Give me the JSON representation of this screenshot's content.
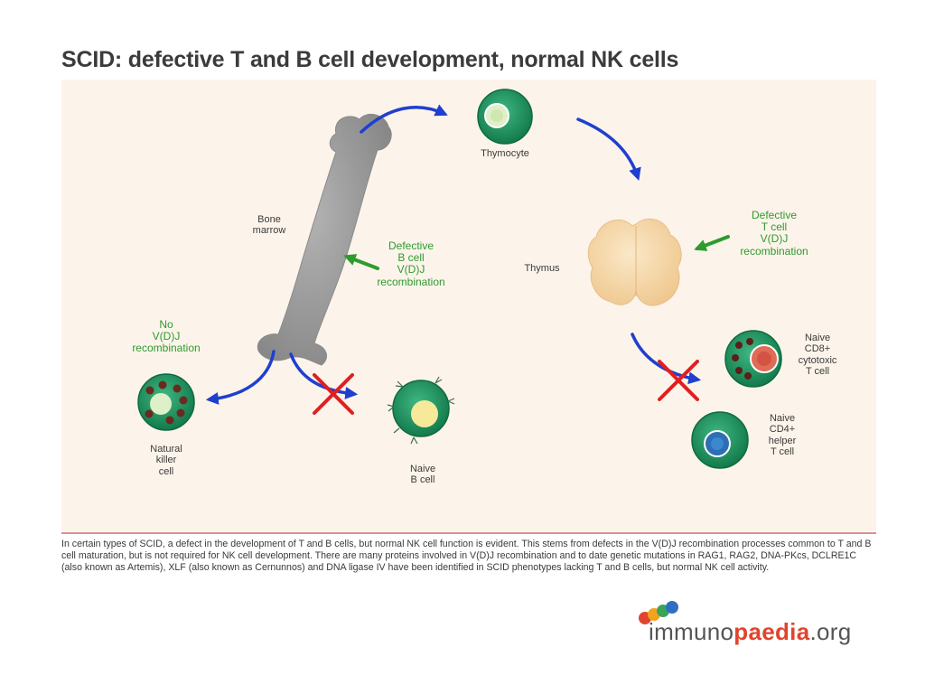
{
  "title": "SCID: defective T and B cell development, normal NK cells",
  "labels": {
    "thymocyte": "Thymocyte",
    "bone_marrow": [
      "Bone",
      "marrow"
    ],
    "thymus": "Thymus",
    "defective_b": [
      "Defective",
      "B cell",
      "V(D)J",
      "recombination"
    ],
    "defective_t": [
      "Defective",
      "T cell",
      "V(D)J",
      "recombination"
    ],
    "no_vdj": [
      "No",
      "V(D)J",
      "recombination"
    ],
    "nk_cell": [
      "Natural",
      "killer",
      "cell"
    ],
    "naive_b": [
      "Naive",
      "B cell"
    ],
    "naive_cd8": [
      "Naive",
      "CD8+",
      "cytotoxic",
      "T cell"
    ],
    "naive_cd4": [
      "Naive",
      "CD4+",
      "helper",
      "T cell"
    ]
  },
  "caption": "In certain types of SCID, a defect in the development of T and B cells, but normal NK cell function is evident. This stems from defects in the V(D)J recombination processes common to T and B cell maturation, but is not required for NK cell development. There are many proteins involved in V(D)J recombination and to date genetic mutations in RAG1, RAG2, DNA-PKcs, DCLRE1C (also known as Artemis), XLF (also known as Cernunnos) and DNA ligase IV have been identified in SCID phenotypes lacking T and B cells, but normal NK cell activity.",
  "logo": {
    "part1": "immuno",
    "part2": "paedia",
    "part3": ".org"
  },
  "colors": {
    "arrow_blue": "#1f3fcf",
    "arrow_green": "#2e9b2e",
    "cross_red": "#e02020",
    "cell_green": "#1e9a63",
    "bone_grey": "#9a9a9a",
    "thymus_peach": "#f6ddb6"
  },
  "icons": [
    "bone-icon",
    "thymus-icon",
    "thymocyte-icon",
    "nk-cell-icon",
    "naive-b-cell-icon",
    "cd8-t-cell-icon",
    "cd4-t-cell-icon",
    "block-cross-icon",
    "immunopaedia-logo-icon"
  ]
}
